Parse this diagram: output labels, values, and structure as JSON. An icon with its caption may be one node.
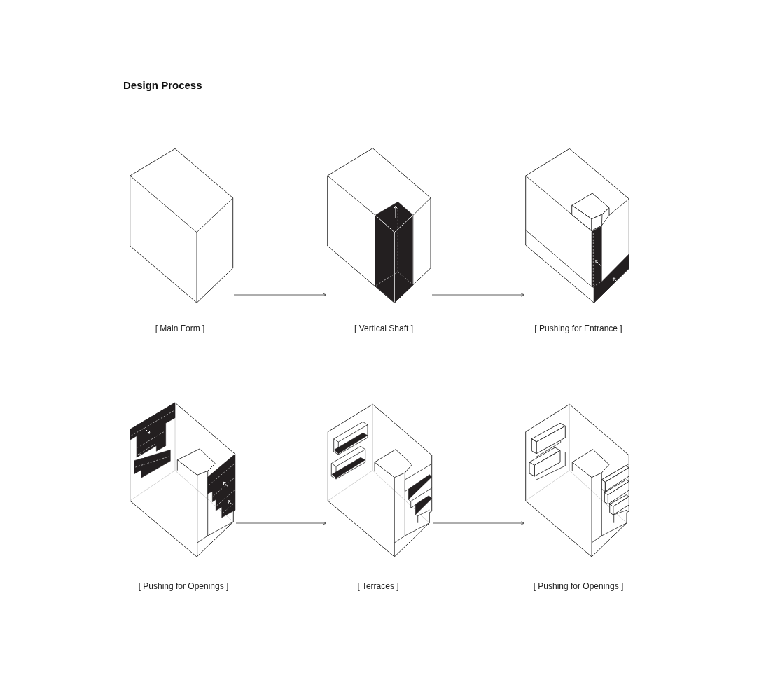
{
  "diagram": {
    "title": "Design Process",
    "nodes": [
      {
        "text": [],
        "shape": "picture",
        "beside": [
          "[ Main Form ]"
        ]
      },
      {
        "text": [],
        "shape": "picture",
        "beside": [
          "[ Vertical Shaft ]"
        ]
      },
      {
        "text": [],
        "shape": "picture",
        "beside": [
          "[ Pushing for Entrance ]"
        ]
      },
      {
        "text": [],
        "shape": "picture",
        "beside": [
          "[ Pushing for Openings ]"
        ]
      },
      {
        "text": [],
        "shape": "picture",
        "beside": [
          "[ Terraces ]"
        ]
      },
      {
        "text": [],
        "shape": "picture",
        "beside": [
          "[ Pushing for Openings ]"
        ]
      }
    ],
    "edges": [
      {
        "from": 0,
        "to": 1,
        "arrow": "to"
      },
      {
        "from": 1,
        "to": 2,
        "arrow": "to"
      },
      {
        "from": 3,
        "to": 4,
        "arrow": "to"
      },
      {
        "from": 4,
        "to": 5,
        "arrow": "to"
      }
    ]
  }
}
